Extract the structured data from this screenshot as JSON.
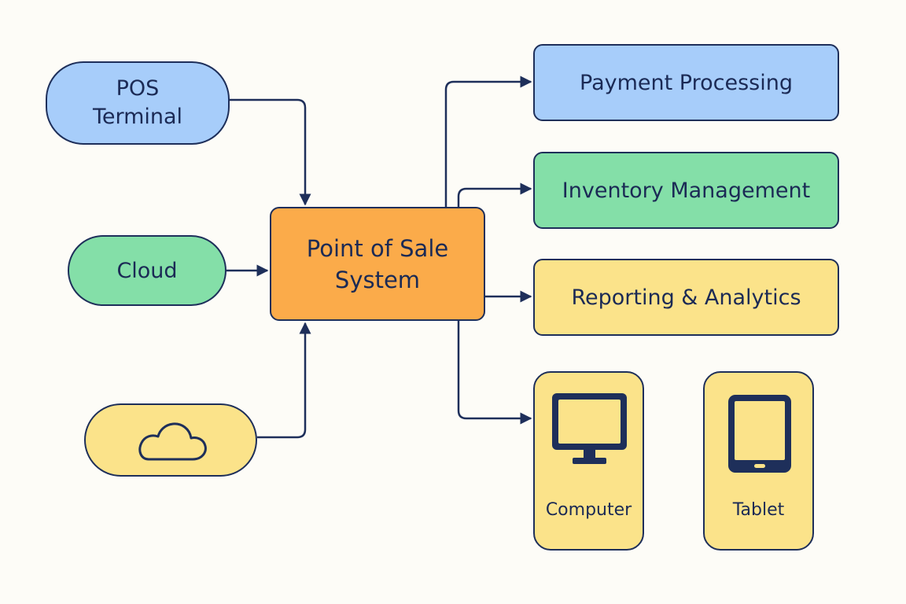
{
  "nodes": {
    "pos_terminal": {
      "label_line1": "POS",
      "label_line2": "Terminal"
    },
    "cloud": {
      "label": "Cloud"
    },
    "cloud_icon_node": {
      "icon": "cloud-icon"
    },
    "center": {
      "label_line1": "Point of Sale",
      "label_line2": "System"
    },
    "payment": {
      "label": "Payment Processing"
    },
    "inventory": {
      "label": "Inventory Management"
    },
    "reporting": {
      "label": "Reporting & Analytics"
    },
    "computer": {
      "label": "Computer",
      "icon": "monitor-icon"
    },
    "tablet": {
      "label": "Tablet",
      "icon": "tablet-icon"
    }
  },
  "colors": {
    "stroke": "#1e2f5a",
    "text": "#1b2a55",
    "blue": "#a7cdfa",
    "green": "#84dfa8",
    "yellow": "#fbe38a",
    "orange": "#fbab4a",
    "background": "#fdfcf7"
  }
}
